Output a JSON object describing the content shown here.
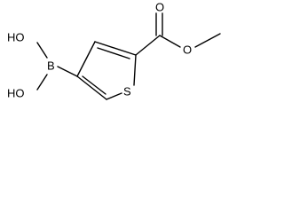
{
  "structure": {
    "atoms": {
      "o_carbonyl": "O",
      "o_ester": "O",
      "s_ring": "S",
      "b": "B",
      "oh_upper": "HO",
      "oh_lower": "HO"
    },
    "colors": {
      "bond": "#000000",
      "label": "#000000",
      "background": "#ffffff"
    }
  }
}
